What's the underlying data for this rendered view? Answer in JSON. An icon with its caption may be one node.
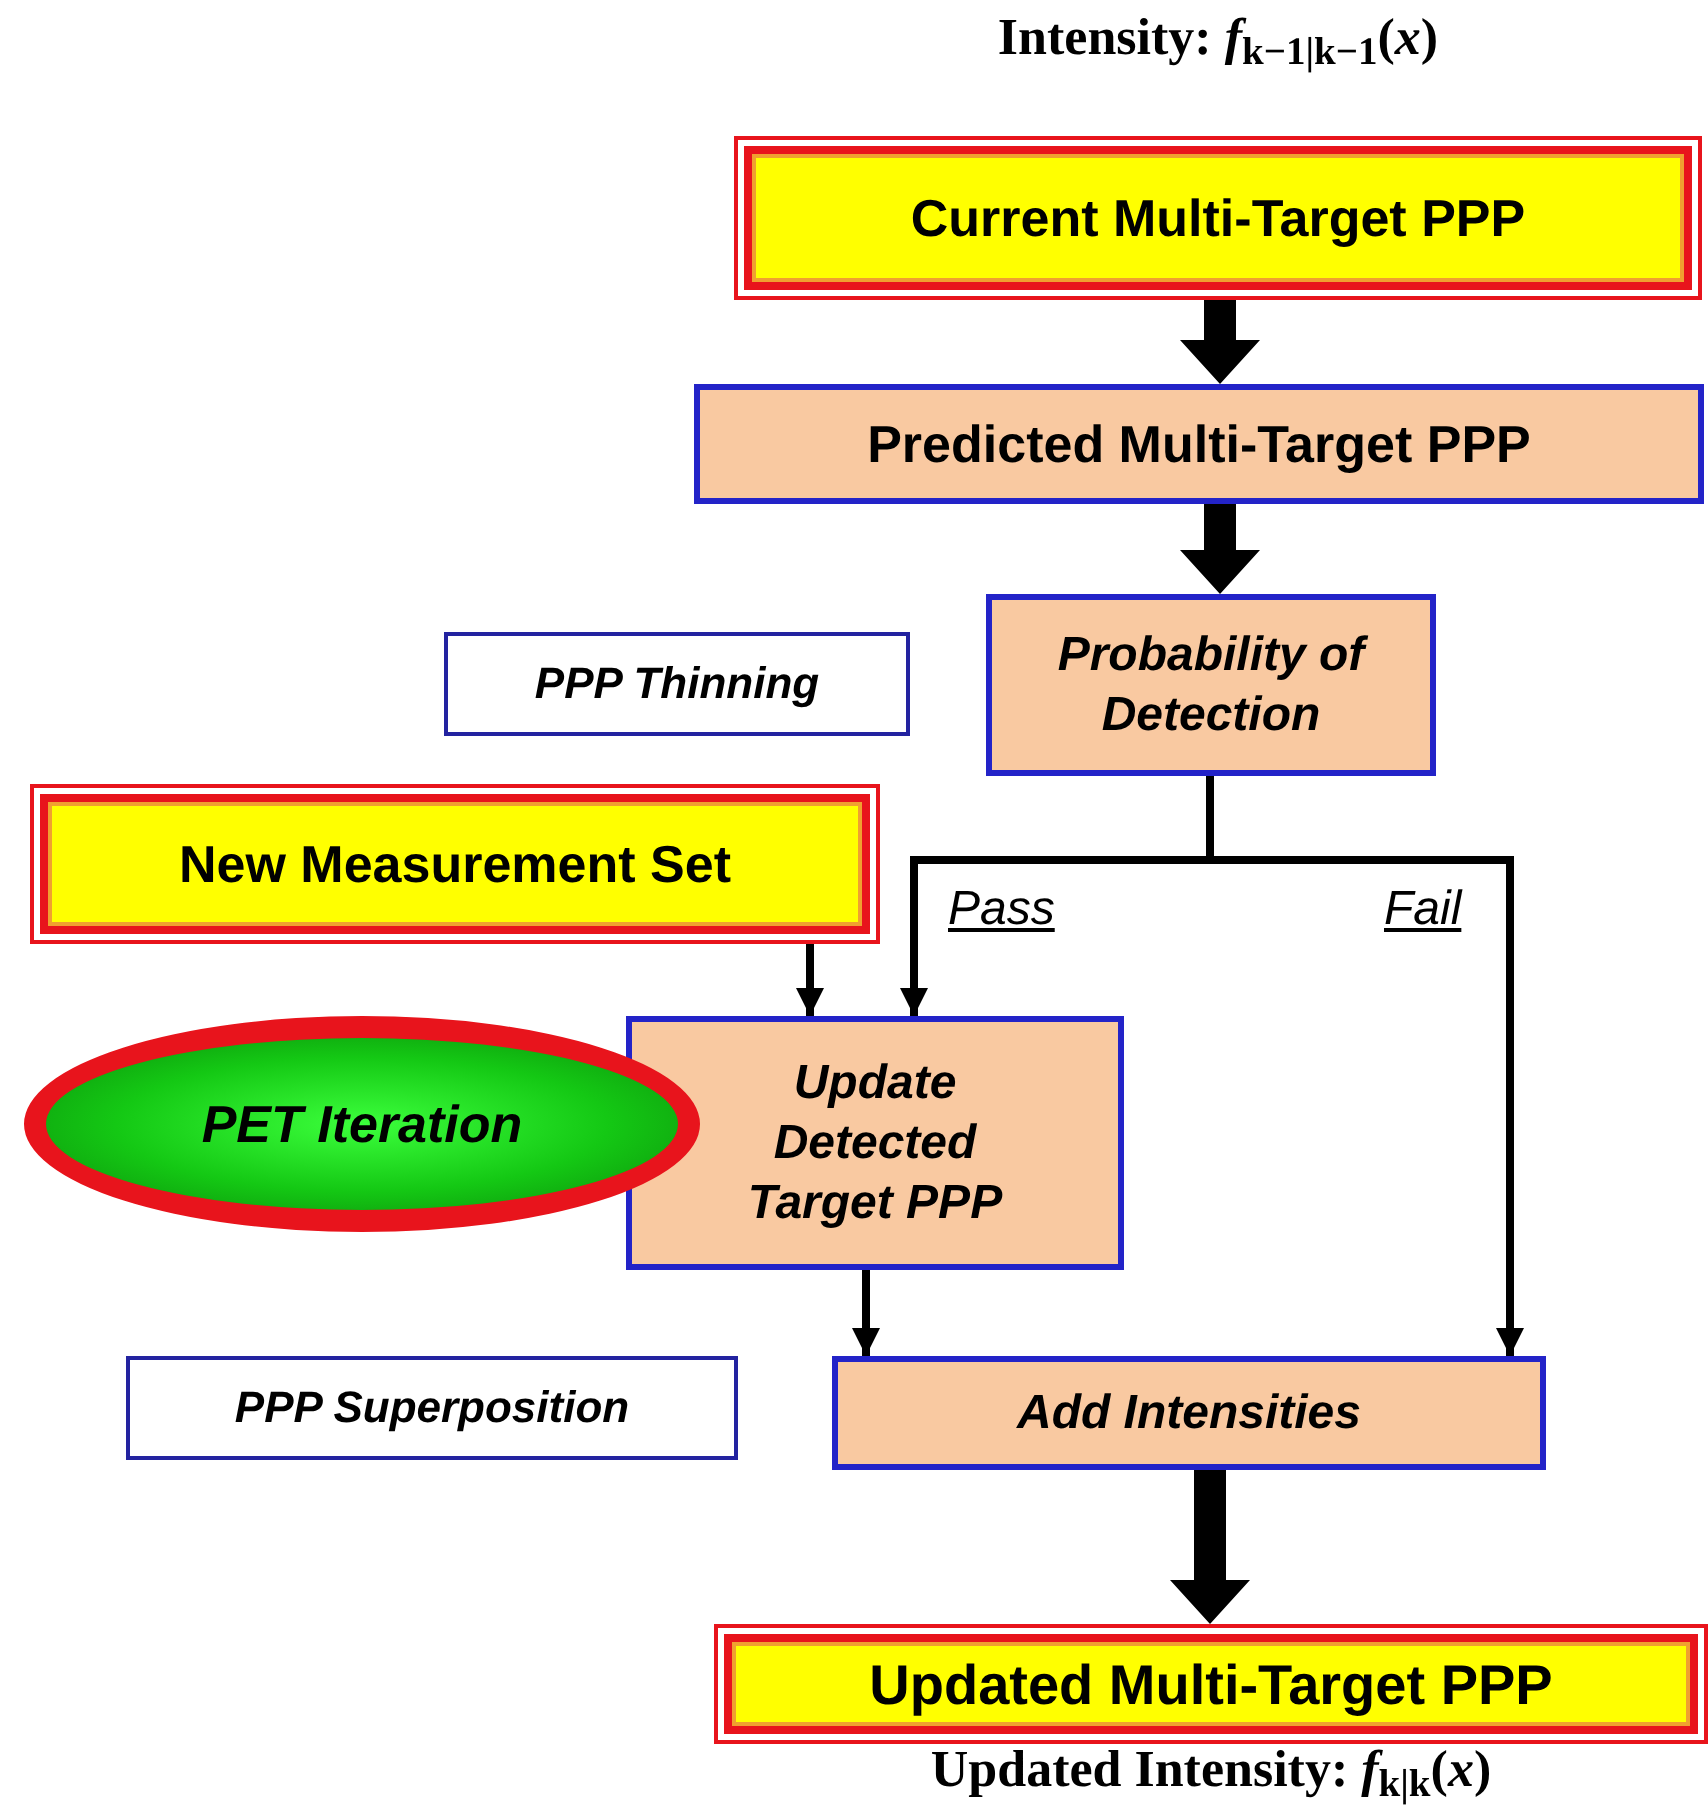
{
  "diagram": {
    "nodes": [
      {
        "text": [
          "Current Multi-Target PPP"
        ],
        "beside": [
          "Intensity: *f*$_{k−1|k−1}$(*x*)"
        ]
      },
      {
        "text": [
          "Predicted Multi-Target PPP"
        ]
      },
      {
        "text": [
          "Probability of Detection"
        ]
      },
      {
        "text": [
          "PPP Thinning"
        ]
      },
      {
        "text": [
          "New Measurement Set"
        ]
      },
      {
        "text": [
          "PET Iteration"
        ]
      },
      {
        "text": [
          "Update Detected Target PPP"
        ]
      },
      {
        "text": [
          "PPP Superposition"
        ]
      },
      {
        "text": [
          "Add Intensities"
        ]
      },
      {
        "text": [
          "Updated Multi-Target PPP"
        ],
        "beside": [
          "Updated Intensity: *f*$_{k|k}$(*x*)"
        ]
      }
    ],
    "edges": [
      {
        "from": 0,
        "to": 1,
        "arrow": "to",
        "style": "thick"
      },
      {
        "from": 1,
        "to": 2,
        "arrow": "to",
        "style": "thick"
      },
      {
        "from": 2,
        "to": 6,
        "arrow": "to",
        "label": "Pass"
      },
      {
        "from": 2,
        "to": 8,
        "arrow": "to",
        "label": "Fail"
      },
      {
        "from": 4,
        "to": 6,
        "arrow": "to"
      },
      {
        "from": 6,
        "to": 8,
        "arrow": "to"
      },
      {
        "from": 8,
        "to": 9,
        "arrow": "to",
        "style": "thick"
      }
    ]
  }
}
